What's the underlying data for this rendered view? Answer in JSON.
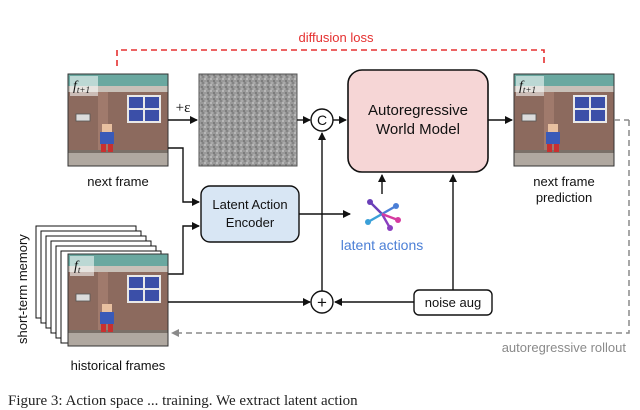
{
  "diagram": {
    "loss_label": "diffusion loss",
    "noise_label": "+ε",
    "concat_symbol": "C",
    "add_symbol": "+",
    "world_model_line1": "Autoregressive",
    "world_model_line2": "World Model",
    "encoder_line1": "Latent Action",
    "encoder_line2": "Encoder",
    "latent_actions_label": "latent actions",
    "noise_aug_label": "noise aug",
    "next_frame_label": "next frame",
    "prediction_line1": "next frame",
    "prediction_line2": "prediction",
    "historical_label": "historical frames",
    "memory_label": "short-term memory",
    "rollout_label": "autoregressive rollout",
    "frame_next_symbol": "f",
    "frame_next_sub": "t+1",
    "frame_hist_symbol": "f",
    "frame_hist_sub": "t",
    "caption_fragment": "Figure 3: Action space ... training. We extract latent action"
  },
  "colors": {
    "loss_red": "#e53030",
    "world_model_fill": "#f6d6d6",
    "encoder_fill": "#d8e6f4",
    "latent_text": "#4b7fd6",
    "rollout_gray": "#8a8a8a"
  }
}
